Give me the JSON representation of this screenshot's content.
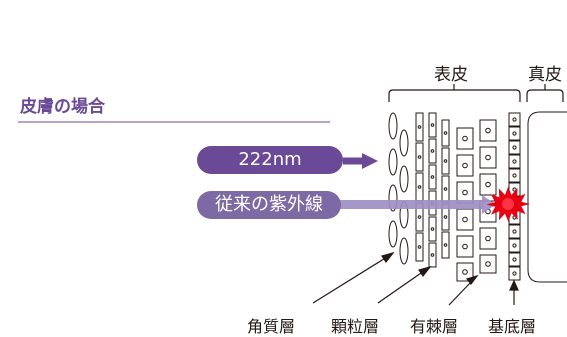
{
  "title": "皮膚の場合",
  "regions": {
    "epidermis": "表皮",
    "dermis": "真皮"
  },
  "rays": {
    "far_uvc": "222nm",
    "uv": "従来の紫外線"
  },
  "layers": [
    "角質層",
    "顆粒層",
    "有棘層",
    "基底層"
  ],
  "colors": {
    "accent_purple": "#6a4a96",
    "pill_uv": "#7d6aa5",
    "arrow_light": "#9f8ec3",
    "damage_red": "#e60012",
    "line": "#231815"
  }
}
